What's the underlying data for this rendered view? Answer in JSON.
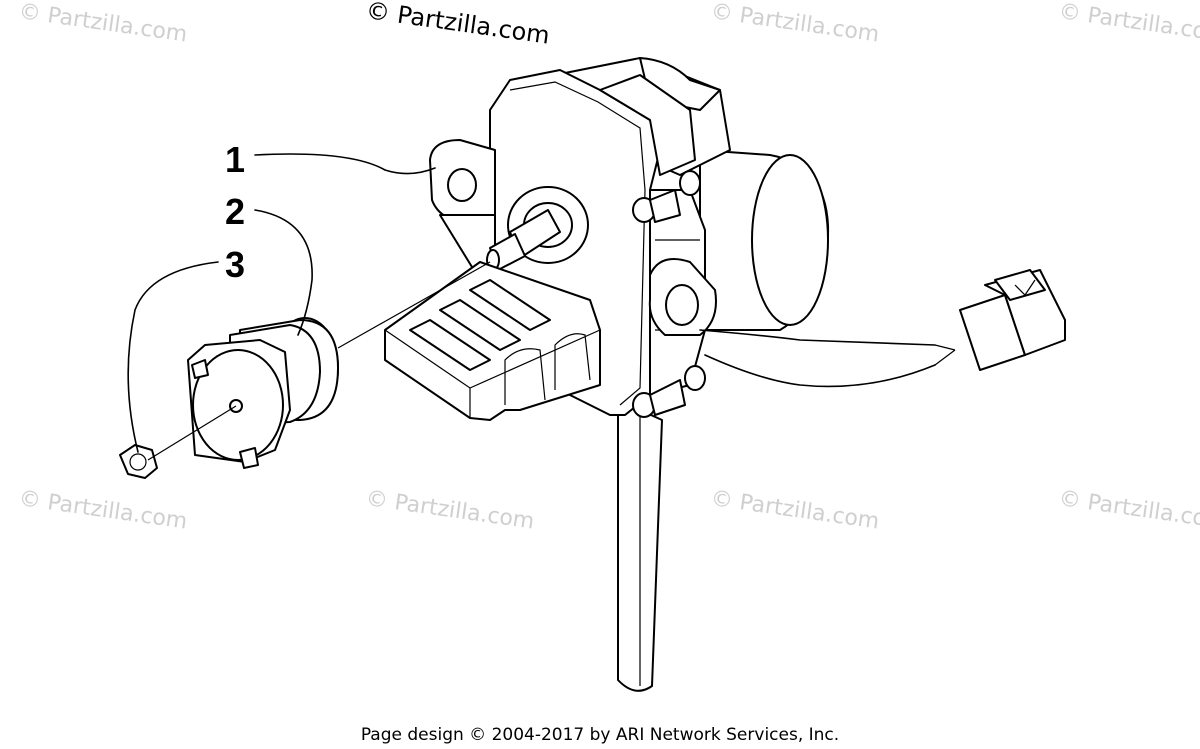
{
  "watermarks": {
    "text": "© Partzilla.com",
    "main_text": "© Partzilla.com"
  },
  "callouts": [
    "1",
    "2",
    "3"
  ],
  "footer": {
    "text": "Page design © 2004-2017 by ARI Network Services, Inc."
  },
  "colors": {
    "line": "#000000",
    "watermark": "#cfcfcf",
    "background": "#ffffff"
  }
}
